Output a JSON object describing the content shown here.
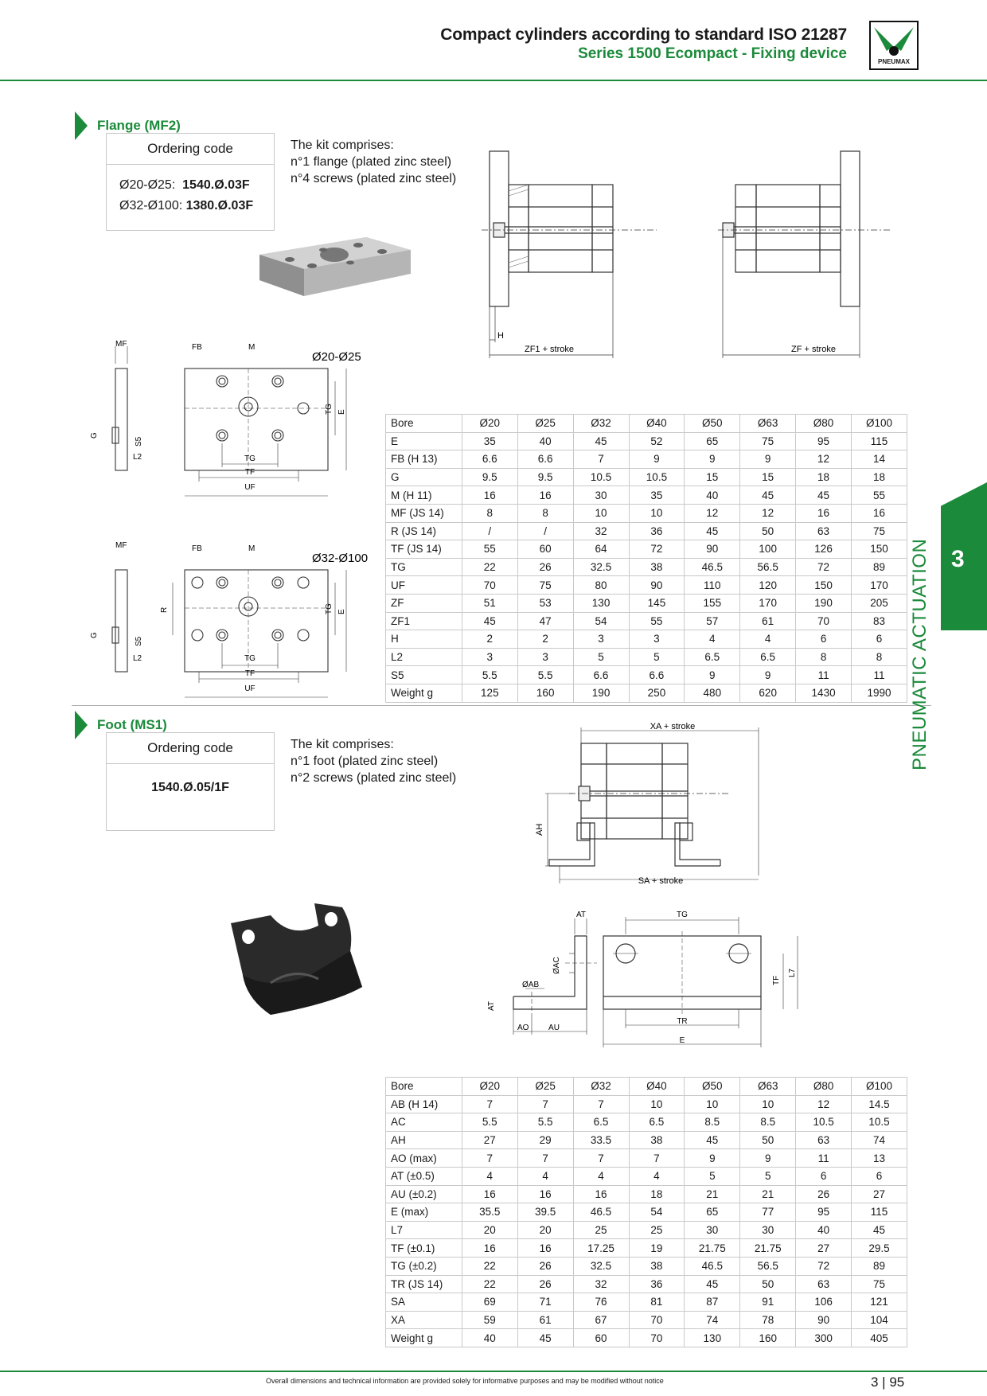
{
  "header": {
    "title": "Compact cylinders according to standard ISO 21287",
    "subtitle": "Series 1500 Ecompact - Fixing device",
    "logo_text": "PNEUMAX"
  },
  "flange": {
    "title": "Flange (MF2)",
    "ordering_label": "Ordering code",
    "codes": [
      {
        "range": "Ø20-Ø25:",
        "code": "1540.Ø.03F"
      },
      {
        "range": "Ø32-Ø100:",
        "code": "1380.Ø.03F"
      }
    ],
    "kit": [
      "The kit comprises:",
      "n°1 flange (plated zinc steel)",
      "n°4 screws (plated zinc steel)"
    ],
    "drawing_labels": {
      "zf1": "ZF1 + stroke",
      "zf": "ZF + stroke",
      "h": "H",
      "d1": "Ø20-Ø25",
      "d2": "Ø32-Ø100",
      "mf": "MF",
      "fb": "FB",
      "m": "M",
      "g": "G",
      "s5": "S5",
      "l2": "L2",
      "tg": "TG",
      "tf": "TF",
      "uf": "UF",
      "e": "E",
      "r": "R"
    },
    "table": {
      "header": [
        "Bore",
        "Ø20",
        "Ø25",
        "Ø32",
        "Ø40",
        "Ø50",
        "Ø63",
        "Ø80",
        "Ø100"
      ],
      "rows": [
        [
          "E",
          "35",
          "40",
          "45",
          "52",
          "65",
          "75",
          "95",
          "115"
        ],
        [
          "FB (H 13)",
          "6.6",
          "6.6",
          "7",
          "9",
          "9",
          "9",
          "12",
          "14"
        ],
        [
          "G",
          "9.5",
          "9.5",
          "10.5",
          "10.5",
          "15",
          "15",
          "18",
          "18"
        ],
        [
          "M (H 11)",
          "16",
          "16",
          "30",
          "35",
          "40",
          "45",
          "45",
          "55"
        ],
        [
          "MF (JS 14)",
          "8",
          "8",
          "10",
          "10",
          "12",
          "12",
          "16",
          "16"
        ],
        [
          "R (JS 14)",
          "/",
          "/",
          "32",
          "36",
          "45",
          "50",
          "63",
          "75"
        ],
        [
          "TF (JS 14)",
          "55",
          "60",
          "64",
          "72",
          "90",
          "100",
          "126",
          "150"
        ],
        [
          "TG",
          "22",
          "26",
          "32.5",
          "38",
          "46.5",
          "56.5",
          "72",
          "89"
        ],
        [
          "UF",
          "70",
          "75",
          "80",
          "90",
          "110",
          "120",
          "150",
          "170"
        ],
        [
          "ZF",
          "51",
          "53",
          "130",
          "145",
          "155",
          "170",
          "190",
          "205"
        ],
        [
          "ZF1",
          "45",
          "47",
          "54",
          "55",
          "57",
          "61",
          "70",
          "83"
        ],
        [
          "H",
          "2",
          "2",
          "3",
          "3",
          "4",
          "4",
          "6",
          "6"
        ],
        [
          "L2",
          "3",
          "3",
          "5",
          "5",
          "6.5",
          "6.5",
          "8",
          "8"
        ],
        [
          "S5",
          "5.5",
          "5.5",
          "6.6",
          "6.6",
          "9",
          "9",
          "11",
          "11"
        ],
        [
          "Weight g",
          "125",
          "160",
          "190",
          "250",
          "480",
          "620",
          "1430",
          "1990"
        ]
      ]
    }
  },
  "foot": {
    "title": "Foot (MS1)",
    "ordering_label": "Ordering code",
    "code": "1540.Ø.05/1F",
    "kit": [
      "The kit comprises:",
      "n°1 foot (plated zinc steel)",
      "n°2 screws (plated zinc steel)"
    ],
    "drawing_labels": {
      "xa": "XA + stroke",
      "sa": "SA + stroke",
      "ah": "AH",
      "at": "AT",
      "ac": "ØAC",
      "ab": "ØAB",
      "ao": "AO",
      "au": "AU",
      "tg": "TG",
      "tr": "TR",
      "e": "E",
      "tf": "TF",
      "l7": "L7"
    },
    "table": {
      "header": [
        "Bore",
        "Ø20",
        "Ø25",
        "Ø32",
        "Ø40",
        "Ø50",
        "Ø63",
        "Ø80",
        "Ø100"
      ],
      "rows": [
        [
          "AB (H 14)",
          "7",
          "7",
          "7",
          "10",
          "10",
          "10",
          "12",
          "14.5"
        ],
        [
          "AC",
          "5.5",
          "5.5",
          "6.5",
          "6.5",
          "8.5",
          "8.5",
          "10.5",
          "10.5"
        ],
        [
          "AH",
          "27",
          "29",
          "33.5",
          "38",
          "45",
          "50",
          "63",
          "74"
        ],
        [
          "AO (max)",
          "7",
          "7",
          "7",
          "7",
          "9",
          "9",
          "11",
          "13"
        ],
        [
          "AT (±0.5)",
          "4",
          "4",
          "4",
          "4",
          "5",
          "5",
          "6",
          "6"
        ],
        [
          "AU (±0.2)",
          "16",
          "16",
          "16",
          "18",
          "21",
          "21",
          "26",
          "27"
        ],
        [
          "E (max)",
          "35.5",
          "39.5",
          "46.5",
          "54",
          "65",
          "77",
          "95",
          "115"
        ],
        [
          "L7",
          "20",
          "20",
          "25",
          "25",
          "30",
          "30",
          "40",
          "45"
        ],
        [
          "TF (±0.1)",
          "16",
          "16",
          "17.25",
          "19",
          "21.75",
          "21.75",
          "27",
          "29.5"
        ],
        [
          "TG (±0.2)",
          "22",
          "26",
          "32.5",
          "38",
          "46.5",
          "56.5",
          "72",
          "89"
        ],
        [
          "TR (JS 14)",
          "22",
          "26",
          "32",
          "36",
          "45",
          "50",
          "63",
          "75"
        ],
        [
          "SA",
          "69",
          "71",
          "76",
          "81",
          "87",
          "91",
          "106",
          "121"
        ],
        [
          "XA",
          "59",
          "61",
          "67",
          "70",
          "74",
          "78",
          "90",
          "104"
        ],
        [
          "Weight g",
          "40",
          "45",
          "60",
          "70",
          "130",
          "160",
          "300",
          "405"
        ]
      ]
    }
  },
  "side_tab": {
    "number": "3",
    "label": "PNEUMATIC ACTUATION"
  },
  "footer": {
    "note": "Overall dimensions and technical information are provided solely for informative purposes and may be modified without notice",
    "page": "3 | 95"
  },
  "colors": {
    "brand_green": "#1b8a3a",
    "line_gray": "#c9c9c9"
  }
}
